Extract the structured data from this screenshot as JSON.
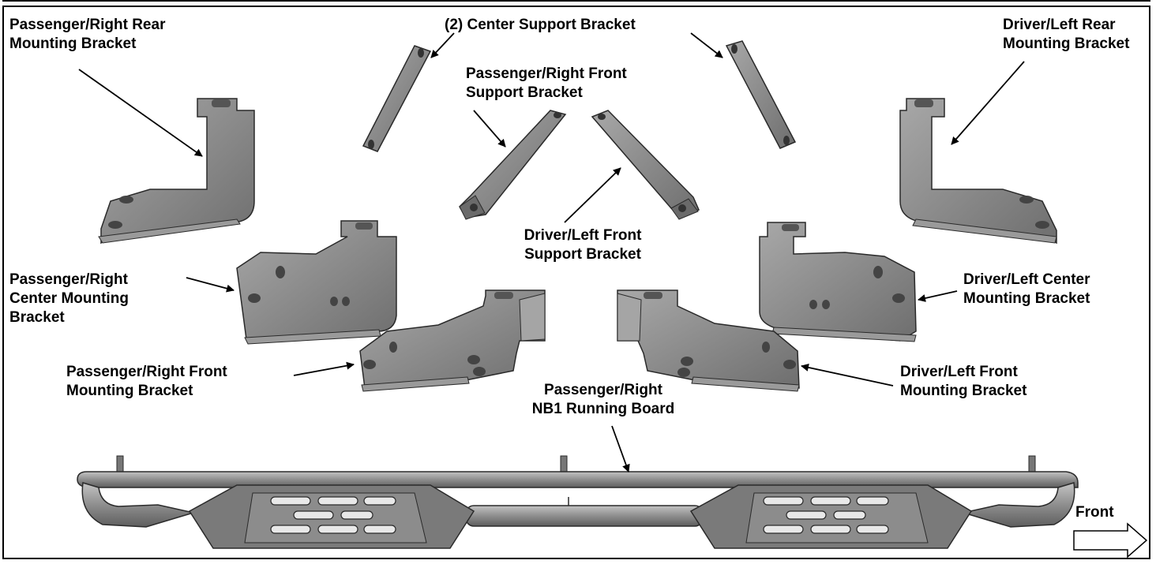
{
  "labels": {
    "passenger_right_rear_mounting": "Passenger/Right Rear\nMounting Bracket",
    "center_support": "(2) Center Support Bracket",
    "passenger_right_front_support": "Passenger/Right Front\nSupport Bracket",
    "driver_left_rear_mounting": "Driver/Left Rear\nMounting Bracket",
    "driver_left_front_support": "Driver/Left Front\nSupport Bracket",
    "passenger_right_center_mounting": "Passenger/Right\nCenter Mounting\nBracket",
    "driver_left_center_mounting": "Driver/Left Center\nMounting Bracket",
    "passenger_right_front_mounting": "Passenger/Right Front\nMounting Bracket",
    "driver_left_front_mounting": "Driver/Left Front\nMounting Bracket",
    "running_board": "Passenger/Right\nNB1 Running Board",
    "front": "Front"
  },
  "colors": {
    "part_fill": "#8a8a8a",
    "part_light": "#b5b5b5",
    "part_dark": "#5a5a5a",
    "outline": "#2a2a2a",
    "text": "#000000"
  }
}
